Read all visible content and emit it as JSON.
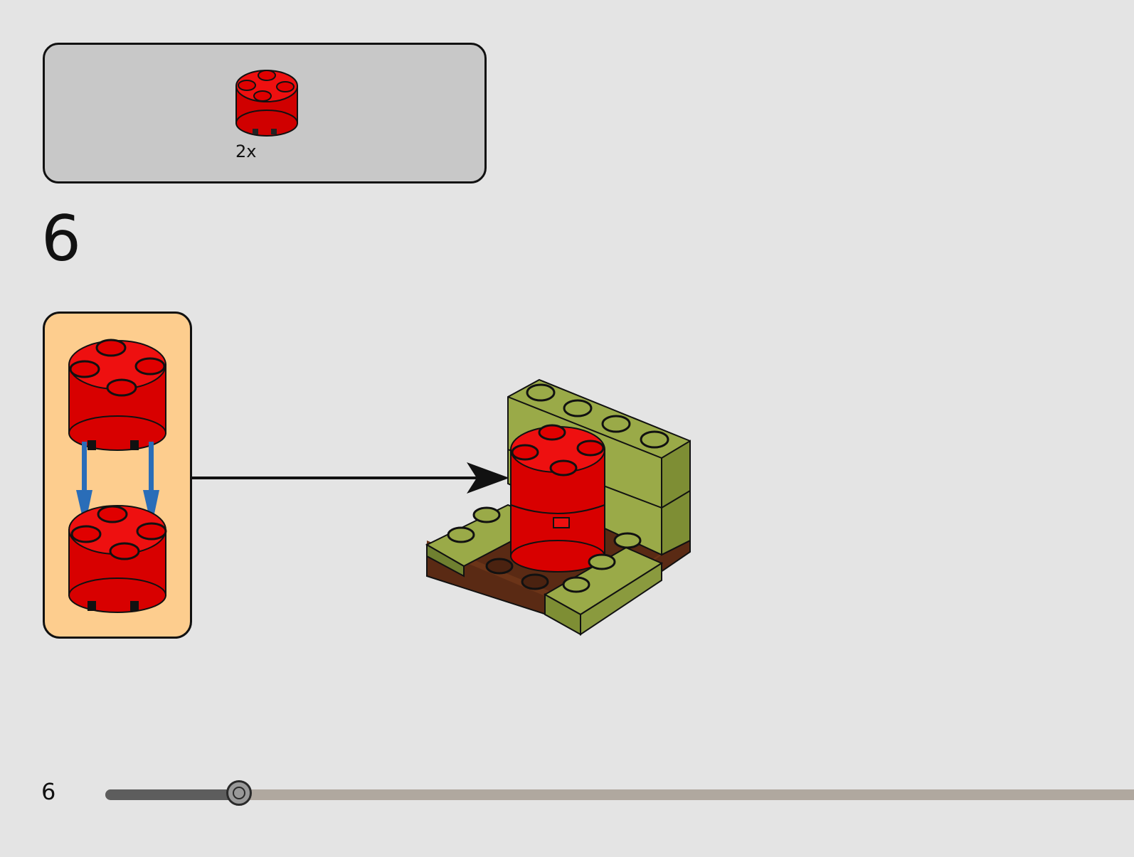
{
  "parts_list": {
    "quantity": "2x",
    "part_icon": "round-brick-2x2-red"
  },
  "step": {
    "number": "6"
  },
  "subassembly": {
    "icon": "two-round-bricks-stacking"
  },
  "model": {
    "icon": "green-corner-build-with-red-round-bricks"
  },
  "footer": {
    "page_number": "6",
    "progress": 0.13
  },
  "colors": {
    "brick_red": "#e00000",
    "olive": "#9aaa48",
    "brown": "#5a2a14",
    "sub_bg": "#fdcd8e",
    "arrow_blue": "#2a6db8"
  }
}
